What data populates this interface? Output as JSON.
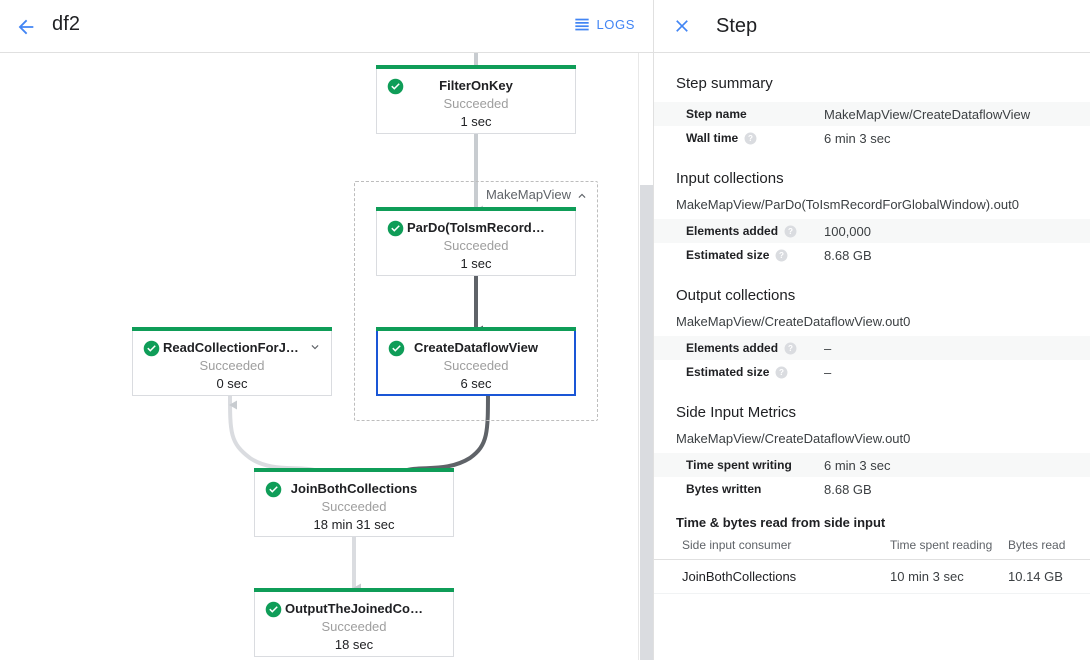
{
  "graph_header": {
    "back_icon": "arrow-left-icon",
    "job_name": "df2",
    "logs_icon": "logs-list-icon",
    "logs_label": "LOGS"
  },
  "graph": {
    "group": {
      "label": "MakeMapView",
      "collapse_icon": "chevron-up-icon"
    },
    "nodes": [
      {
        "id": "filter-on-key",
        "name": "FilterOnKey",
        "status": "Succeeded",
        "time": "1 sec",
        "status_icon": "check-circle-icon",
        "selected": false,
        "expandable": false
      },
      {
        "id": "pardo-toismrecord",
        "name": "ParDo(ToIsmRecordFor…",
        "status": "Succeeded",
        "time": "1 sec",
        "status_icon": "check-circle-icon",
        "selected": false,
        "expandable": false
      },
      {
        "id": "create-dataflow-view",
        "name": "CreateDataflowView",
        "status": "Succeeded",
        "time": "6 sec",
        "status_icon": "check-circle-icon",
        "selected": true,
        "expandable": false
      },
      {
        "id": "read-collection-for-join",
        "name": "ReadCollectionForJoin",
        "status": "Succeeded",
        "time": "0 sec",
        "status_icon": "check-circle-icon",
        "selected": false,
        "expandable": true,
        "expand_icon": "chevron-down-icon"
      },
      {
        "id": "join-both-collections",
        "name": "JoinBothCollections",
        "status": "Succeeded",
        "time": "18 min 31 sec",
        "status_icon": "check-circle-icon",
        "selected": false,
        "expandable": false
      },
      {
        "id": "output-the-joined-collection",
        "name": "OutputTheJoinedCollec…",
        "status": "Succeeded",
        "time": "18 sec",
        "status_icon": "check-circle-icon",
        "selected": false,
        "expandable": false
      }
    ]
  },
  "panel": {
    "close_icon": "close-icon",
    "title": "Step",
    "step_summary": {
      "heading": "Step summary",
      "rows": [
        {
          "key": "Step name",
          "value": "MakeMapView/CreateDataflowView",
          "help": false
        },
        {
          "key": "Wall time",
          "value": "6 min 3 sec",
          "help": true
        }
      ]
    },
    "input_collections": {
      "heading": "Input collections",
      "collection": "MakeMapView/ParDo(ToIsmRecordForGlobalWindow).out0",
      "rows": [
        {
          "key": "Elements added",
          "value": "100,000",
          "help": true
        },
        {
          "key": "Estimated size",
          "value": "8.68 GB",
          "help": true
        }
      ]
    },
    "output_collections": {
      "heading": "Output collections",
      "collection": "MakeMapView/CreateDataflowView.out0",
      "rows": [
        {
          "key": "Elements added",
          "value": "–",
          "help": true
        },
        {
          "key": "Estimated size",
          "value": "–",
          "help": true
        }
      ]
    },
    "side_input_metrics": {
      "heading": "Side Input Metrics",
      "collection": "MakeMapView/CreateDataflowView.out0",
      "rows": [
        {
          "key": "Time spent writing",
          "value": "6 min 3 sec",
          "help": false
        },
        {
          "key": "Bytes written",
          "value": "8.68 GB",
          "help": false
        }
      ]
    },
    "side_input_reads": {
      "heading": "Time & bytes read from side input",
      "columns": [
        "Side input consumer",
        "Time spent reading",
        "Bytes read"
      ],
      "rows": [
        [
          "JoinBothCollections",
          "10 min 3 sec",
          "10.14 GB"
        ]
      ]
    }
  },
  "colors": {
    "accent_blue": "#4285f4",
    "selected_blue": "#1a56d6",
    "success_green": "#0f9d58",
    "node_border": "#dadce0",
    "edge_light": "#dadce0",
    "edge_dark": "#5f6368",
    "text_primary": "#202124",
    "text_secondary": "#5f6368",
    "text_muted": "#9e9e9e"
  }
}
